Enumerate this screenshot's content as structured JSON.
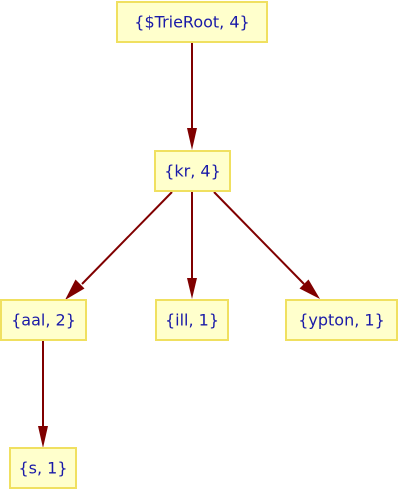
{
  "colors": {
    "node_fill": "#ffffcc",
    "node_border": "#f0e060",
    "label_text": "#1a1aa8",
    "edge": "#800000",
    "background": "#ffffff"
  },
  "nodes": [
    {
      "id": "root",
      "label": "{$TrieRoot, 4}"
    },
    {
      "id": "kr",
      "label": "{kr, 4}"
    },
    {
      "id": "aal",
      "label": "{aal, 2}"
    },
    {
      "id": "ill",
      "label": "{ill, 1}"
    },
    {
      "id": "ypton",
      "label": "{ypton, 1}"
    },
    {
      "id": "s",
      "label": "{s, 1}"
    }
  ],
  "edges": [
    {
      "from": "root",
      "to": "kr"
    },
    {
      "from": "kr",
      "to": "aal"
    },
    {
      "from": "kr",
      "to": "ill"
    },
    {
      "from": "kr",
      "to": "ypton"
    },
    {
      "from": "aal",
      "to": "s"
    }
  ]
}
